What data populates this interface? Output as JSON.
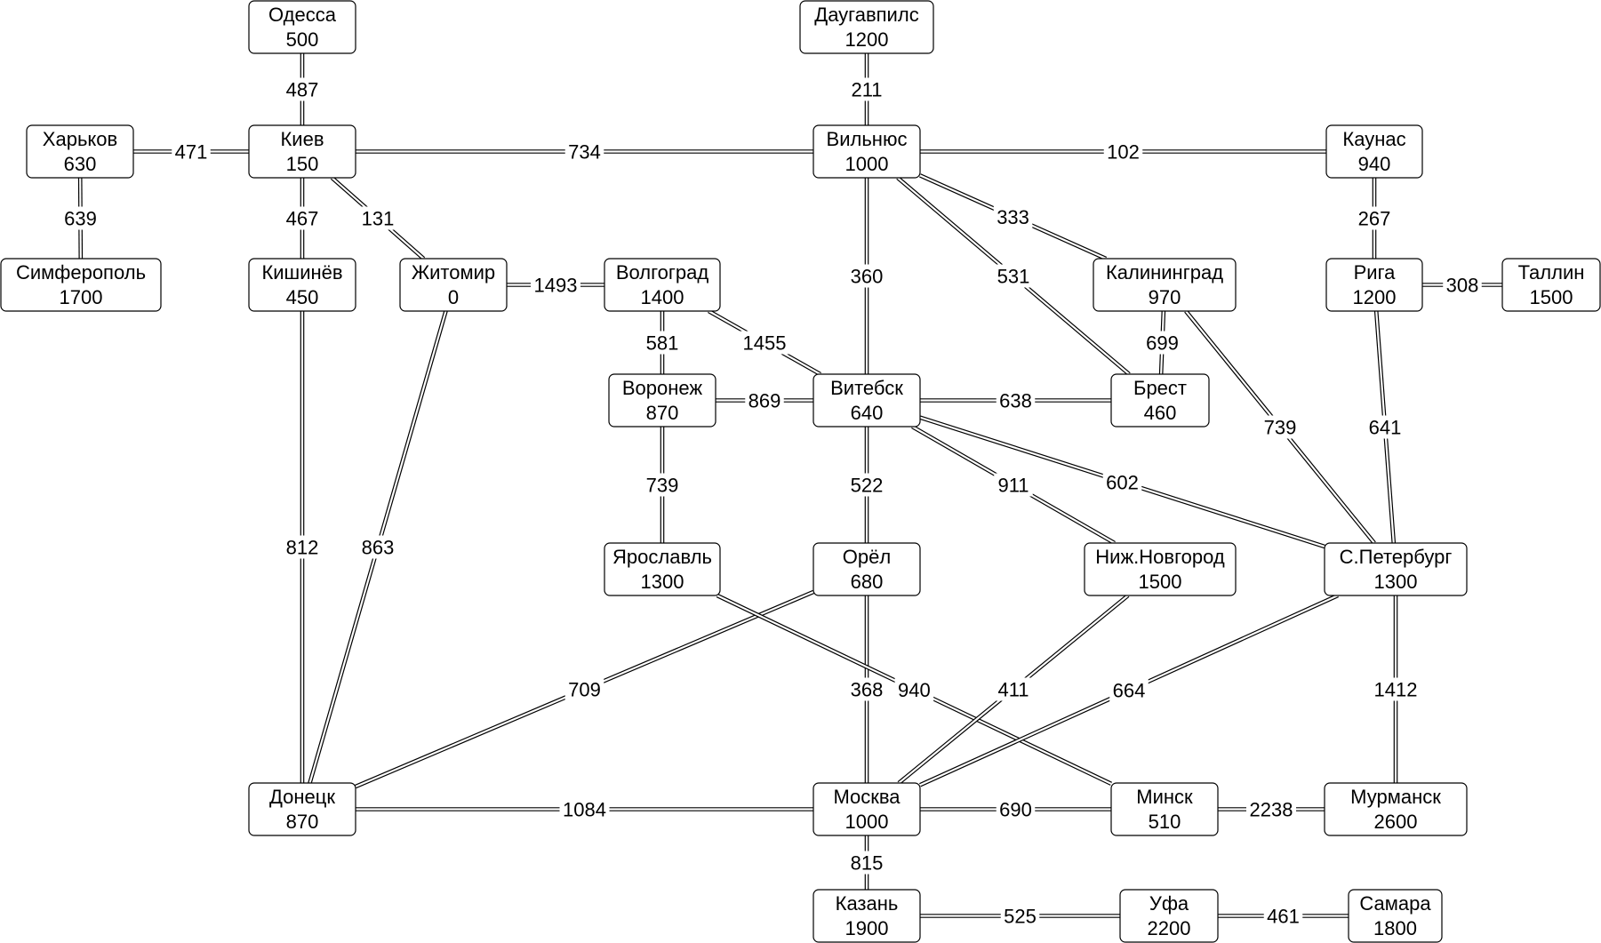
{
  "colors": {
    "line": "#000000",
    "background": "#ffffff"
  },
  "nodes": [
    {
      "id": "odessa",
      "name": "Одесса",
      "value": "500"
    },
    {
      "id": "daugavpils",
      "name": "Даугавпилс",
      "value": "1200"
    },
    {
      "id": "kharkov",
      "name": "Харьков",
      "value": "630"
    },
    {
      "id": "kiev",
      "name": "Киев",
      "value": "150"
    },
    {
      "id": "vilnius",
      "name": "Вильнюс",
      "value": "1000"
    },
    {
      "id": "kaunas",
      "name": "Каунас",
      "value": "940"
    },
    {
      "id": "simferopol",
      "name": "Симферополь",
      "value": "1700"
    },
    {
      "id": "kishinev",
      "name": "Кишинёв",
      "value": "450"
    },
    {
      "id": "zhitomir",
      "name": "Житомир",
      "value": "0"
    },
    {
      "id": "volgograd",
      "name": "Волгоград",
      "value": "1400"
    },
    {
      "id": "kaliningrad",
      "name": "Калининград",
      "value": "970"
    },
    {
      "id": "riga",
      "name": "Рига",
      "value": "1200"
    },
    {
      "id": "tallin",
      "name": "Таллин",
      "value": "1500"
    },
    {
      "id": "voronezh",
      "name": "Воронеж",
      "value": "870"
    },
    {
      "id": "vitebsk",
      "name": "Витебск",
      "value": "640"
    },
    {
      "id": "brest",
      "name": "Брест",
      "value": "460"
    },
    {
      "id": "yaroslavl",
      "name": "Ярославль",
      "value": "1300"
    },
    {
      "id": "orel",
      "name": "Орёл",
      "value": "680"
    },
    {
      "id": "nizhnovgorod",
      "name": "Ниж.Новгород",
      "value": "1500"
    },
    {
      "id": "spb",
      "name": "С.Петербург",
      "value": "1300"
    },
    {
      "id": "donetsk",
      "name": "Донецк",
      "value": "870"
    },
    {
      "id": "moskva",
      "name": "Москва",
      "value": "1000"
    },
    {
      "id": "minsk",
      "name": "Минск",
      "value": "510"
    },
    {
      "id": "murmansk",
      "name": "Мурманск",
      "value": "2600"
    },
    {
      "id": "kazan",
      "name": "Казань",
      "value": "1900"
    },
    {
      "id": "ufa",
      "name": "Уфа",
      "value": "2200"
    },
    {
      "id": "samara",
      "name": "Самара",
      "value": "1800"
    }
  ],
  "edges": [
    {
      "from": "odessa",
      "to": "kiev",
      "weight": "487"
    },
    {
      "from": "daugavpils",
      "to": "vilnius",
      "weight": "211"
    },
    {
      "from": "kharkov",
      "to": "kiev",
      "weight": "471"
    },
    {
      "from": "kiev",
      "to": "vilnius",
      "weight": "734"
    },
    {
      "from": "vilnius",
      "to": "kaunas",
      "weight": "102"
    },
    {
      "from": "kharkov",
      "to": "simferopol",
      "weight": "639"
    },
    {
      "from": "kiev",
      "to": "kishinev",
      "weight": "467"
    },
    {
      "from": "kiev",
      "to": "zhitomir",
      "weight": "131"
    },
    {
      "from": "vilnius",
      "to": "kaliningrad",
      "weight": "333"
    },
    {
      "from": "vilnius",
      "to": "brest",
      "weight": "531"
    },
    {
      "from": "vilnius",
      "to": "vitebsk",
      "weight": "360"
    },
    {
      "from": "kaunas",
      "to": "riga",
      "weight": "267"
    },
    {
      "from": "zhitomir",
      "to": "volgograd",
      "weight": "1493"
    },
    {
      "from": "riga",
      "to": "tallin",
      "weight": "308"
    },
    {
      "from": "volgograd",
      "to": "voronezh",
      "weight": "581"
    },
    {
      "from": "volgograd",
      "to": "vitebsk",
      "weight": "1455"
    },
    {
      "from": "kaliningrad",
      "to": "brest",
      "weight": "699"
    },
    {
      "from": "voronezh",
      "to": "vitebsk",
      "weight": "869"
    },
    {
      "from": "vitebsk",
      "to": "brest",
      "weight": "638"
    },
    {
      "from": "kaliningrad",
      "to": "spb",
      "weight": "739"
    },
    {
      "from": "riga",
      "to": "spb",
      "weight": "641"
    },
    {
      "from": "voronezh",
      "to": "yaroslavl",
      "weight": "739"
    },
    {
      "from": "vitebsk",
      "to": "orel",
      "weight": "522"
    },
    {
      "from": "vitebsk",
      "to": "nizhnovgorod",
      "weight": "911"
    },
    {
      "from": "vitebsk",
      "to": "spb",
      "weight": "602"
    },
    {
      "from": "kishinev",
      "to": "donetsk",
      "weight": "812"
    },
    {
      "from": "zhitomir",
      "to": "donetsk",
      "weight": "863"
    },
    {
      "from": "orel",
      "to": "donetsk",
      "weight": "709"
    },
    {
      "from": "orel",
      "to": "moskva",
      "weight": "368"
    },
    {
      "from": "yaroslavl",
      "to": "minsk",
      "weight": "940"
    },
    {
      "from": "nizhnovgorod",
      "to": "moskva",
      "weight": "411"
    },
    {
      "from": "spb",
      "to": "moskva",
      "weight": "664"
    },
    {
      "from": "spb",
      "to": "murmansk",
      "weight": "1412"
    },
    {
      "from": "donetsk",
      "to": "moskva",
      "weight": "1084"
    },
    {
      "from": "moskva",
      "to": "minsk",
      "weight": "690"
    },
    {
      "from": "minsk",
      "to": "murmansk",
      "weight": "2238"
    },
    {
      "from": "moskva",
      "to": "kazan",
      "weight": "815"
    },
    {
      "from": "kazan",
      "to": "ufa",
      "weight": "525"
    },
    {
      "from": "ufa",
      "to": "samara",
      "weight": "461"
    }
  ]
}
